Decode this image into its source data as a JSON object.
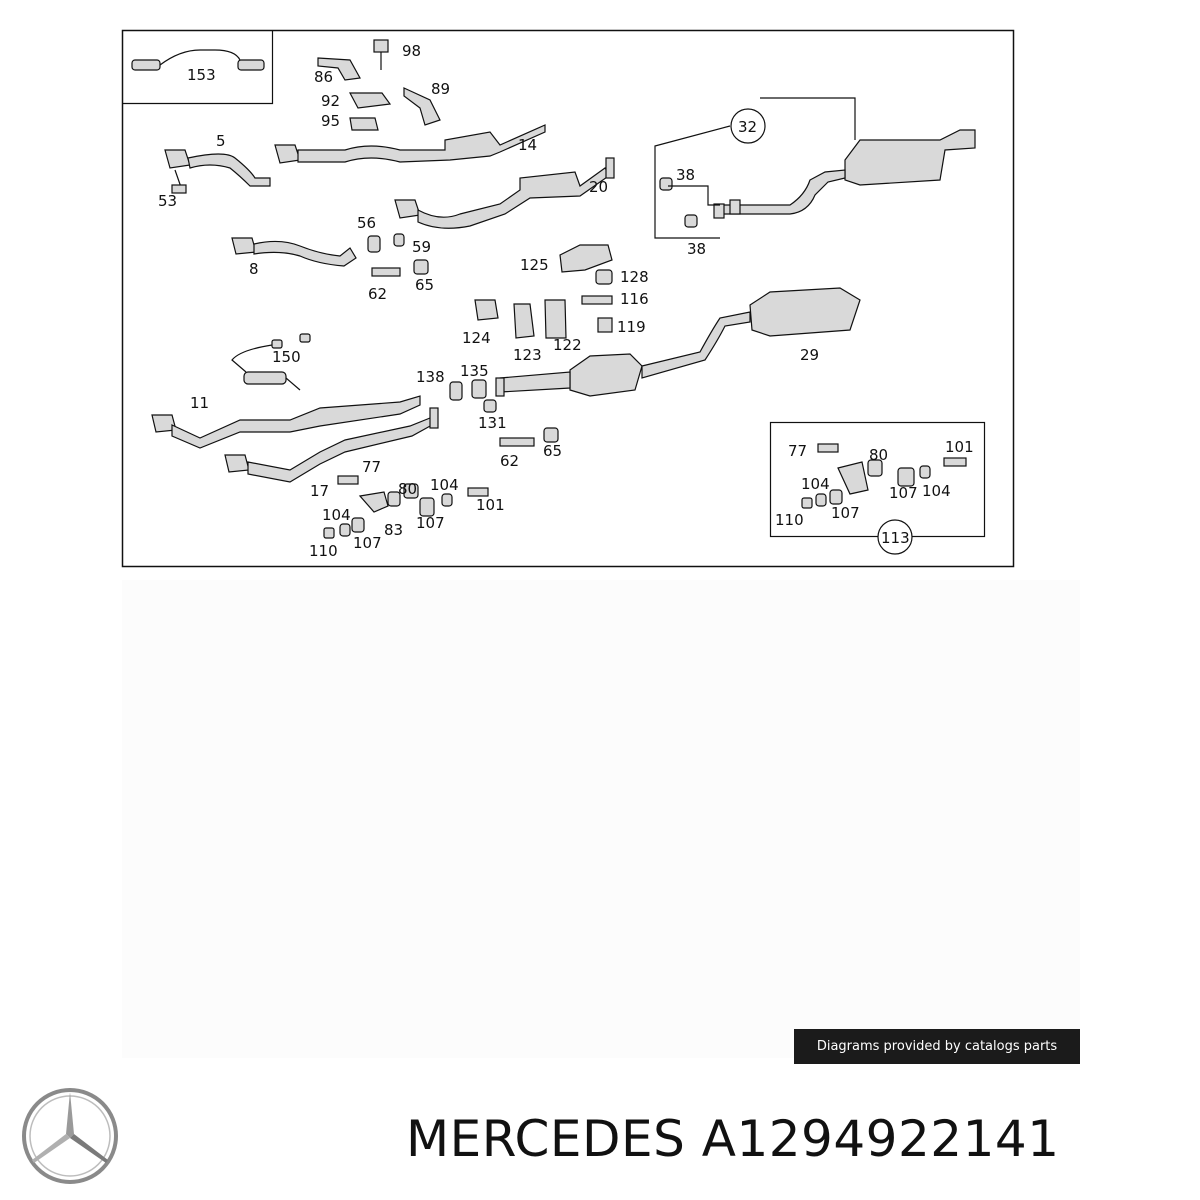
{
  "diagram": {
    "labels": [
      "153",
      "98",
      "86",
      "89",
      "92",
      "95",
      "5",
      "14",
      "53",
      "32",
      "38",
      "38",
      "20",
      "56",
      "59",
      "8",
      "62",
      "65",
      "125",
      "128",
      "116",
      "124",
      "123",
      "122",
      "119",
      "150",
      "29",
      "11",
      "138",
      "135",
      "131",
      "62",
      "65",
      "77",
      "17",
      "80",
      "104",
      "101",
      "104",
      "83",
      "107",
      "110",
      "107",
      "77",
      "80",
      "101",
      "104",
      "107",
      "104",
      "110",
      "107",
      "113"
    ]
  },
  "footer": {
    "credit": "Diagrams provided by catalogs parts",
    "brand": "MERCEDES",
    "part_number": "A1294922141"
  },
  "colors": {
    "line": "#111111",
    "part_fill": "#d9d9d9",
    "credit_bg": "#1b1b1b",
    "logo": "#8a8a8a"
  },
  "icons": {
    "logo": "mercedes-star-logo-icon"
  }
}
